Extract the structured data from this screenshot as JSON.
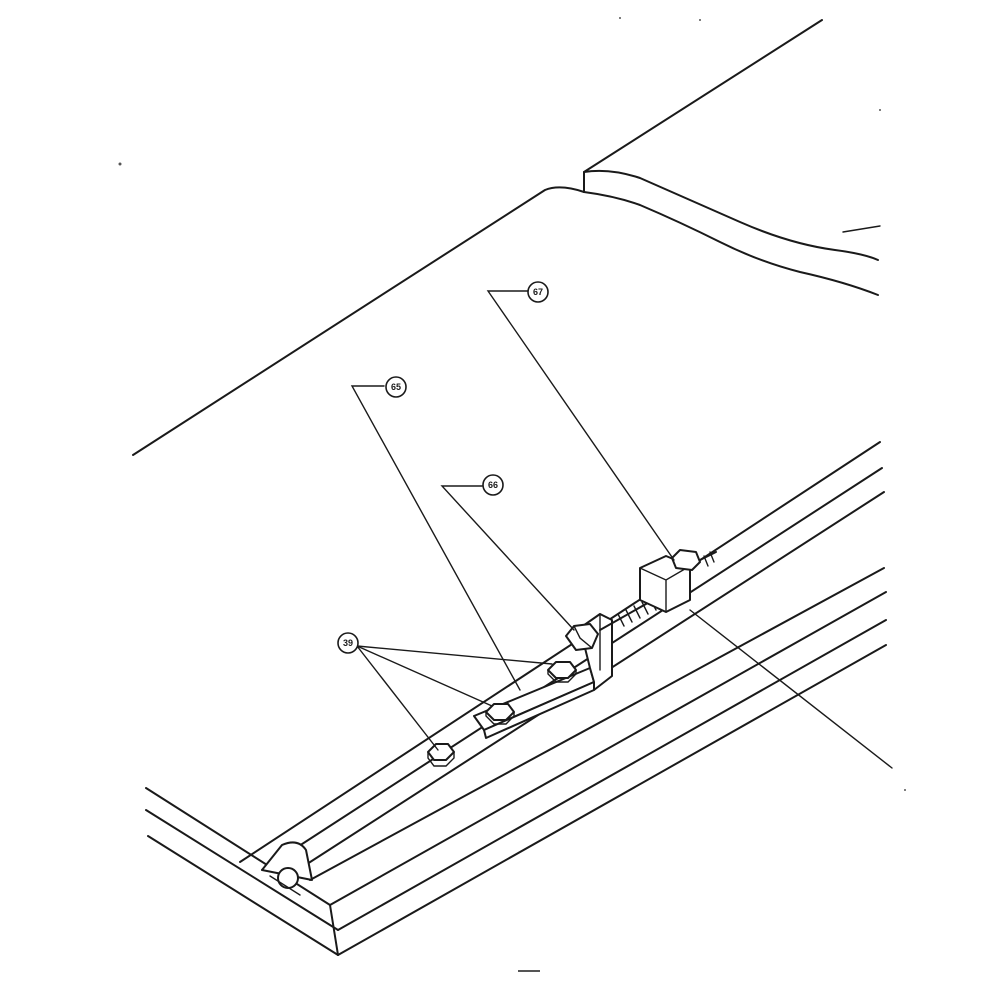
{
  "callouts": {
    "c39": "39",
    "c65": "65",
    "c66": "66",
    "c67": "67"
  },
  "colors": {
    "ink": "#1a1a1a",
    "paper": "#ffffff"
  }
}
